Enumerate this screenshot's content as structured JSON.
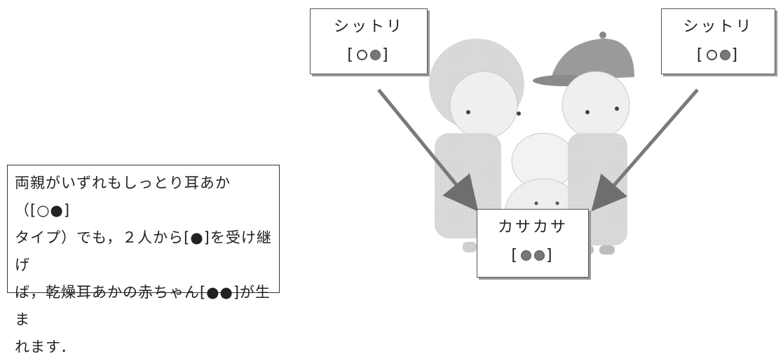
{
  "parents": {
    "left": {
      "label": "シットリ",
      "alleles": [
        "open",
        "filled"
      ]
    },
    "right": {
      "label": "シットリ",
      "alleles": [
        "open",
        "filled"
      ]
    }
  },
  "child": {
    "label": "カサカサ",
    "alleles": [
      "filled",
      "filled"
    ]
  },
  "note": {
    "lines": [
      "両親がいずれもしっとり耳あか（[○●]",
      "タイプ）でも，２人から[●]を受け継げ",
      "ば，乾燥耳あかの赤ちゃん[●●]が生ま",
      "れます．"
    ]
  },
  "colors": {
    "arrow": "#7a7a7a",
    "border": "#555555",
    "shadow": "#9a9a9a",
    "illustration": "#d6d6d6"
  }
}
